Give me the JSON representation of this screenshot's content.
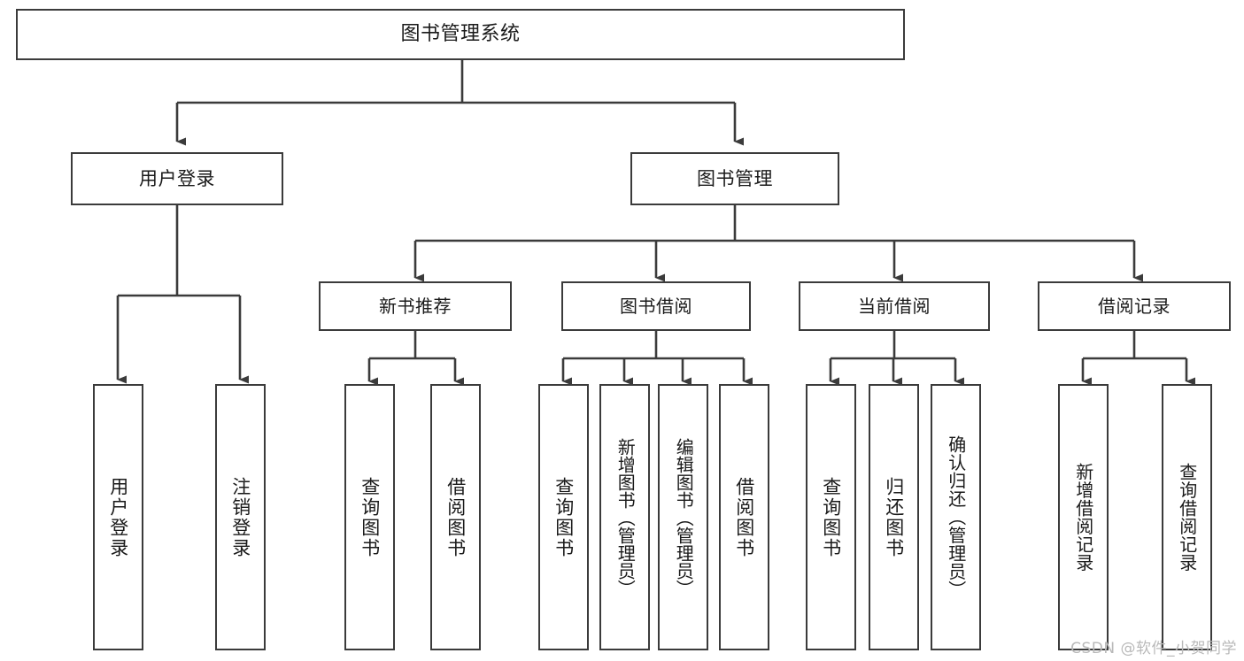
{
  "diagram": {
    "type": "tree-hierarchy",
    "orientation": "top-down",
    "stroke_color": "#3b3b3b",
    "box_fill": "#ffffff",
    "text_color": "#1a1a1a",
    "root": {
      "label": "图书管理系统"
    },
    "level2": [
      {
        "label": "用户登录"
      },
      {
        "label": "图书管理"
      }
    ],
    "level3": [
      {
        "label": "新书推荐"
      },
      {
        "label": "图书借阅"
      },
      {
        "label": "当前借阅"
      },
      {
        "label": "借阅记录"
      }
    ],
    "leaves": {
      "user_login": [
        {
          "label": "用户登录"
        },
        {
          "label": "注销登录"
        }
      ],
      "new_book_recommend": [
        {
          "label": "查询图书"
        },
        {
          "label": "借阅图书"
        }
      ],
      "book_borrow": [
        {
          "label": "查询图书"
        },
        {
          "label": "新增图书（管理员）"
        },
        {
          "label": "编辑图书（管理员）"
        },
        {
          "label": "借阅图书"
        }
      ],
      "current_borrow": [
        {
          "label": "查询图书"
        },
        {
          "label": "归还图书"
        },
        {
          "label": "确认归还（管理员）"
        }
      ],
      "borrow_record": [
        {
          "label": "新增借阅记录"
        },
        {
          "label": "查询借阅记录"
        }
      ]
    }
  },
  "watermark": {
    "text": "CSDN @软件_小贺同学"
  }
}
